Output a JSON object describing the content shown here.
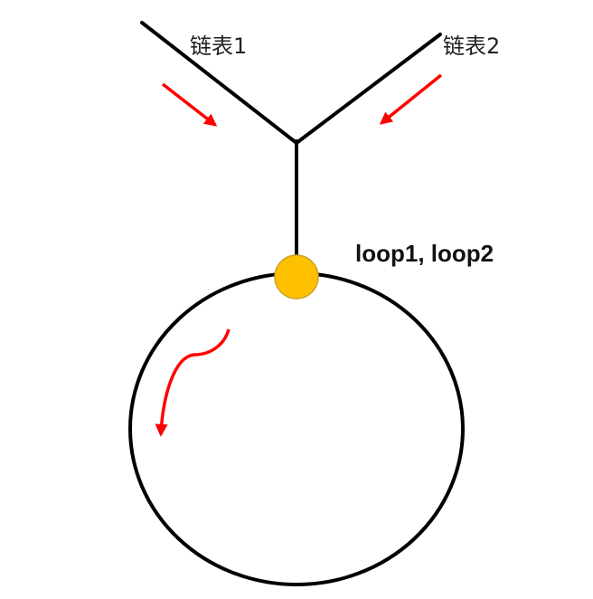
{
  "labels": {
    "list1": "链表1",
    "list2": "链表2",
    "intersection": "loop1, loop2"
  },
  "colors": {
    "line": "#000000",
    "arrow": "#ff0000",
    "node_fill": "#ffc000",
    "node_stroke": "#c9a227"
  }
}
